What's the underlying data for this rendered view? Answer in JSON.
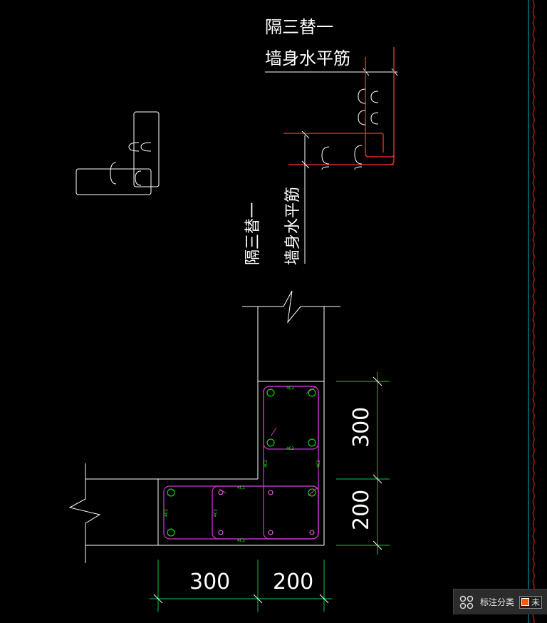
{
  "annotations": {
    "top_line1": "隔三替一",
    "top_line2": "墙身水平筋",
    "rot_line1": "隔三替一",
    "rot_line2": "墙身水平筋"
  },
  "dimensions": {
    "right_upper": "300",
    "right_lower": "200",
    "bottom_left": "300",
    "bottom_right": "200"
  },
  "rebar_labels": {
    "top": "4C2",
    "mid": "4C2",
    "left_side": "4C2",
    "right_side": "4C2",
    "center_left": "4C2",
    "horiz_top": "4C2",
    "horiz_bottom": "4C2",
    "far_left": "4C2"
  },
  "status_panel": {
    "label": "标注分类",
    "chip_text": "未"
  },
  "colors": {
    "background": "#000000",
    "lines": "#ffffff",
    "rebar": "#ff3030",
    "stirrup": "#cc33cc",
    "dim": "#00cc44",
    "border_red": "#ff2020",
    "border_cyan": "#00aacc"
  }
}
